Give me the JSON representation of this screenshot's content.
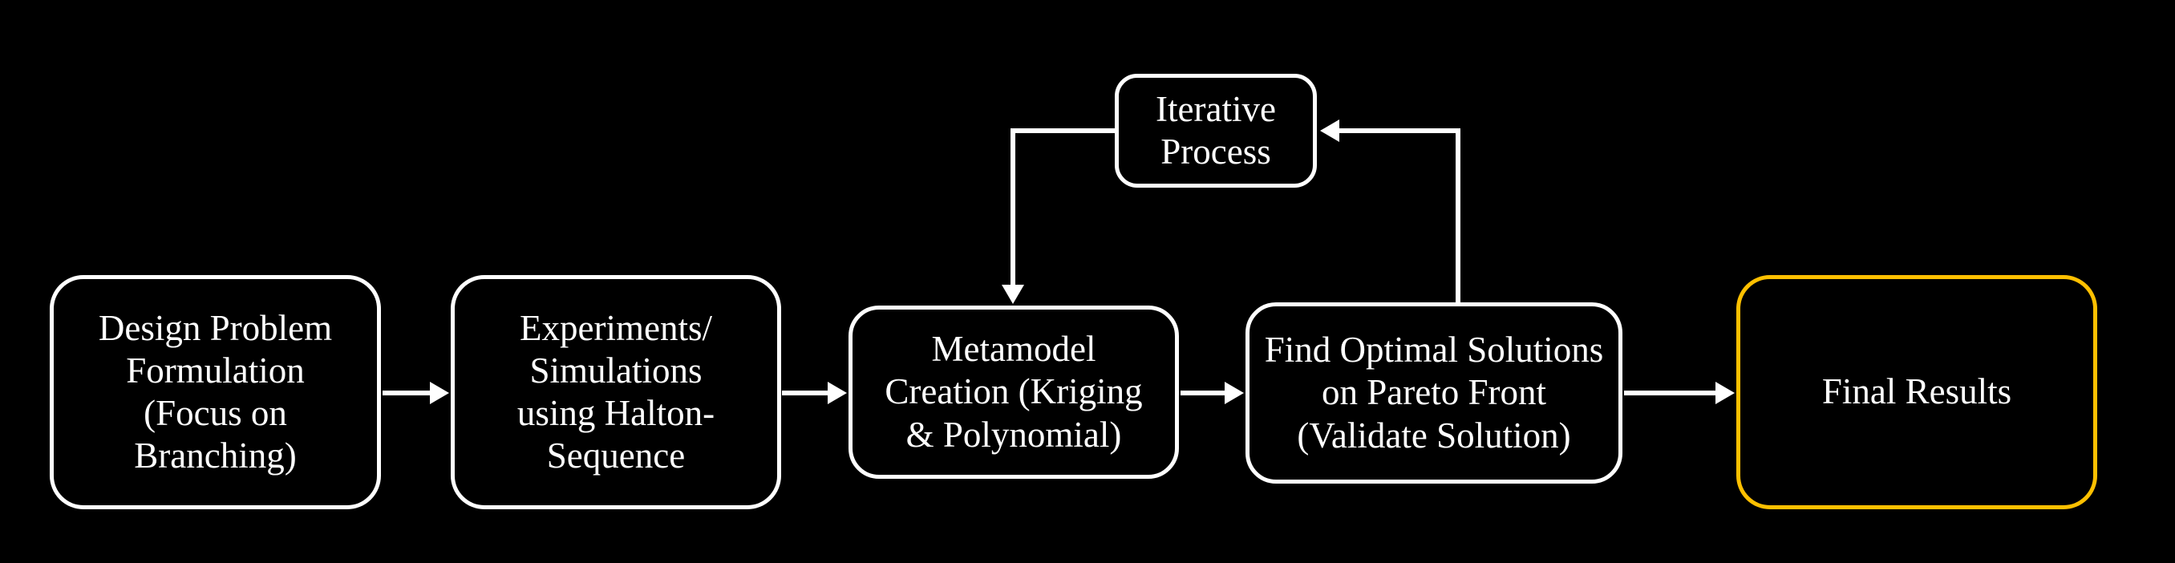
{
  "diagram": {
    "background": "#000000",
    "colors": {
      "node_border": "#FFFFFF",
      "text": "#FFFFFF",
      "arrow": "#FFFFFF",
      "final_accent": "#FFC000"
    },
    "nodes": [
      {
        "id": "design-problem-formulation",
        "label": "Design Problem\nFormulation\n(Focus on\nBranching)"
      },
      {
        "id": "experiments-simulations",
        "label": "Experiments/\nSimulations\nusing Halton-\nSequence"
      },
      {
        "id": "metamodel-creation",
        "label": "Metamodel\nCreation (Kriging\n& Polynomial)"
      },
      {
        "id": "find-optimal-solutions",
        "label": "Find Optimal Solutions\non Pareto Front\n(Validate Solution)"
      },
      {
        "id": "final-results",
        "label": "Final Results",
        "accent": "#FFC000"
      },
      {
        "id": "iterative-process",
        "label": "Iterative\nProcess"
      }
    ],
    "edges": [
      {
        "from": "design-problem-formulation",
        "to": "experiments-simulations"
      },
      {
        "from": "experiments-simulations",
        "to": "metamodel-creation"
      },
      {
        "from": "metamodel-creation",
        "to": "find-optimal-solutions"
      },
      {
        "from": "find-optimal-solutions",
        "to": "final-results"
      },
      {
        "from": "find-optimal-solutions",
        "to": "iterative-process"
      },
      {
        "from": "iterative-process",
        "to": "metamodel-creation"
      }
    ]
  }
}
